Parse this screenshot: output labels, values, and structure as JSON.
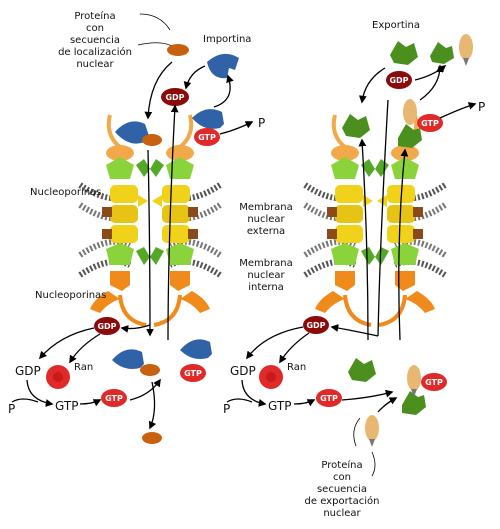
{
  "labels": {
    "proteina_nls": [
      "Proteína",
      "con",
      "secuencia",
      "de localización",
      "nuclear"
    ],
    "importina": "Importina",
    "exportina": "Exportina",
    "nucleoporinas_top": "Nucleoporinas",
    "nucleoporinas_bottom": "Nucleoporinas",
    "membrana_externa": [
      "Membrana",
      "nuclear",
      "externa"
    ],
    "membrana_interna": [
      "Membrana",
      "nuclear",
      "interna"
    ],
    "phosphate_left": "P",
    "phosphate_right": "P",
    "ran_left": "Ran",
    "ran_right": "Ran",
    "gdp_text_left": "GDP",
    "gtp_text_left": "GTP",
    "p_bottom_left": "P",
    "gdp_text_right": "GDP",
    "gtp_text_right": "GTP",
    "p_bottom_right": "P",
    "proteina_nes": [
      "Proteína",
      "con",
      "secuencia",
      "de exportación",
      "nuclear"
    ]
  },
  "tags": {
    "gdp": "GDP",
    "gtp": "GTP"
  },
  "colors": {
    "importin": "#2f62a6",
    "exportin": "#4b8f1f",
    "cargo_import": "#c8600f",
    "cargo_export": "#e8b873",
    "ran_gdp": "#8b0a0a",
    "ran_gtp": "#e02a2a",
    "nup_green": "#8bd33a",
    "nup_yellow": "#f0d21a",
    "nup_orange": "#f08a1a"
  }
}
